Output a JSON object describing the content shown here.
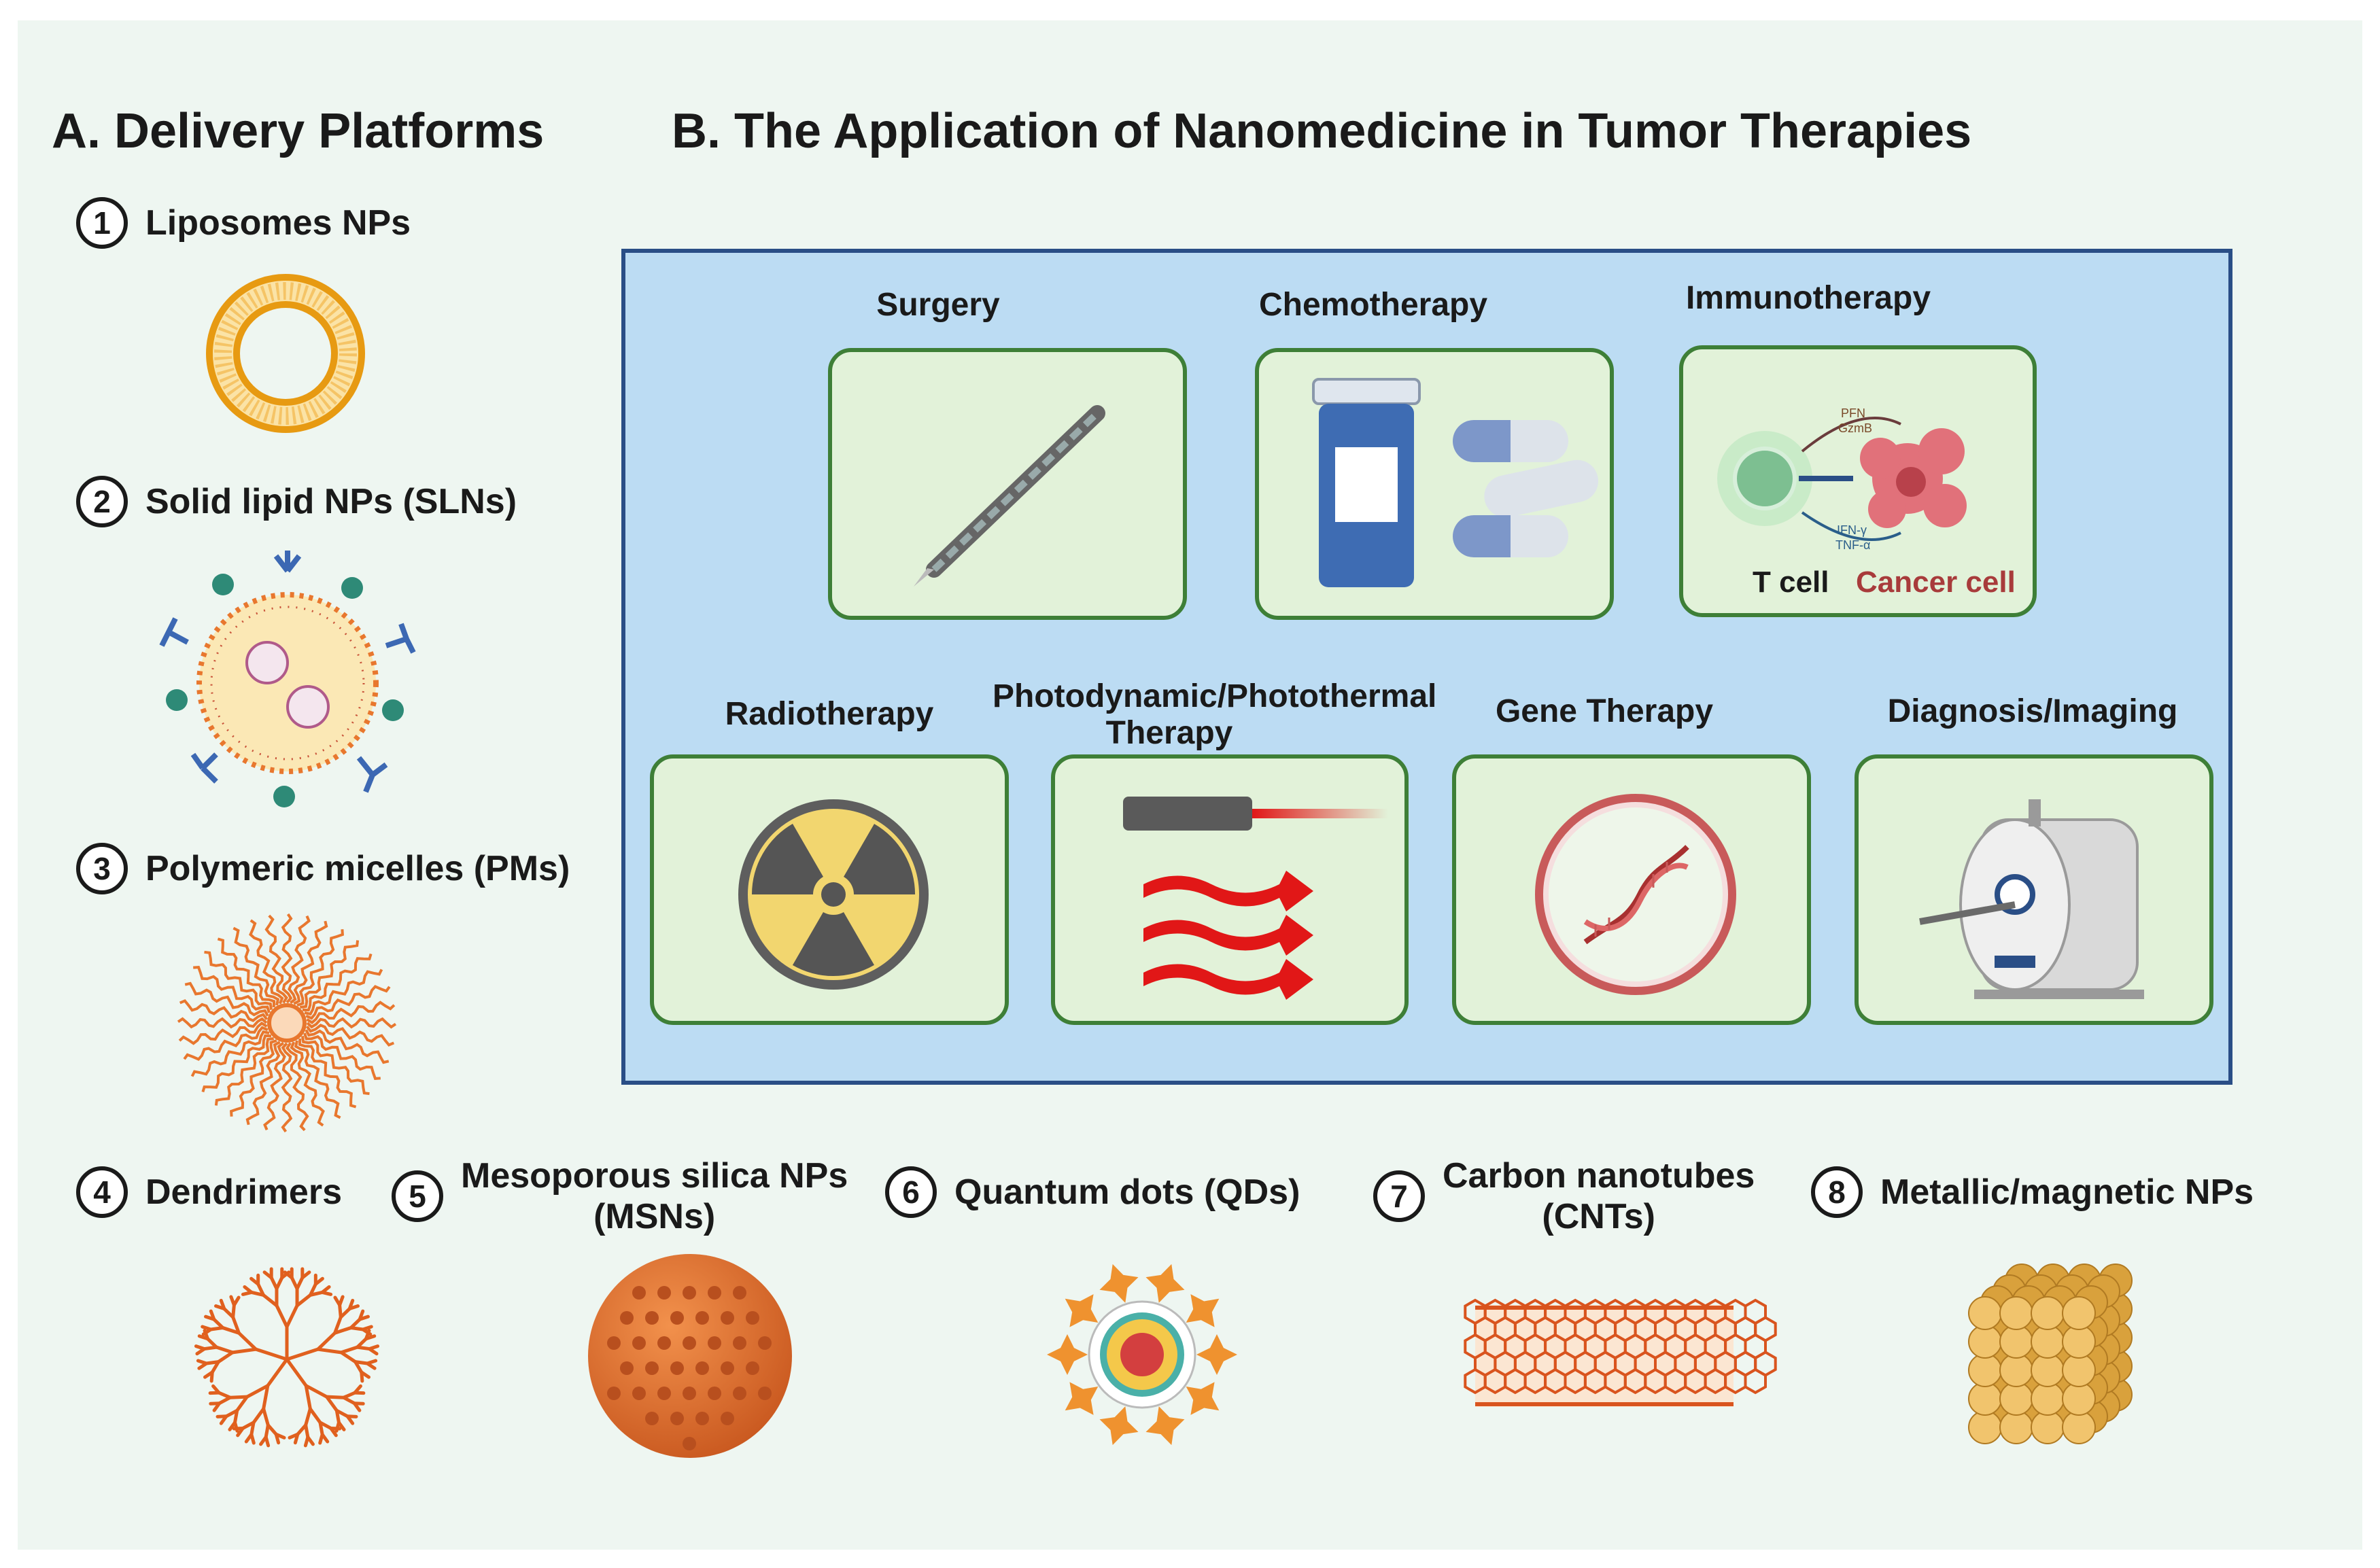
{
  "section_a": {
    "title": "A. Delivery Platforms"
  },
  "section_b": {
    "title": "B. The Application of Nanomedicine in Tumor Therapies"
  },
  "platforms": [
    {
      "number": "1",
      "label": "Liposomes NPs"
    },
    {
      "number": "2",
      "label": "Solid lipid NPs (SLNs)"
    },
    {
      "number": "3",
      "label": "Polymeric micelles (PMs)"
    },
    {
      "number": "4",
      "label": "Dendrimers"
    },
    {
      "number": "5",
      "label_line1": "Mesoporous silica NPs",
      "label_line2": "(MSNs)"
    },
    {
      "number": "6",
      "label": "Quantum dots (QDs)"
    },
    {
      "number": "7",
      "label_line1": "Carbon nanotubes",
      "label_line2": "(CNTs)"
    },
    {
      "number": "8",
      "label": "Metallic/magnetic NPs"
    }
  ],
  "therapies": [
    {
      "title": "Surgery",
      "icon": "scalpel-icon"
    },
    {
      "title": "Chemotherapy",
      "icon": "pill-bottle-icon"
    },
    {
      "title": "Immunotherapy",
      "icon": "immune-cell-icon",
      "t_cell_label": "T cell",
      "cancer_cell_label": "Cancer cell",
      "mini_labels": [
        "PFN",
        "GzmB",
        "IFN-γ",
        "TNF-α"
      ]
    },
    {
      "title": "Radiotherapy",
      "icon": "radiation-icon"
    },
    {
      "title_line1": "Photodynamic/Photothermal",
      "title_line2": "Therapy",
      "icon": "laser-icon"
    },
    {
      "title": "Gene Therapy",
      "icon": "dna-icon"
    },
    {
      "title": "Diagnosis/Imaging",
      "icon": "mri-scanner-icon"
    }
  ],
  "colors": {
    "background": "#eef6f1",
    "panel_fill": "#bcdcf3",
    "panel_border": "#2a4e86",
    "card_fill": "#e2f2d9",
    "card_border": "#3e7f37",
    "nanoparticle_orange": "#e8772e",
    "liposome_gold": "#f0a21a",
    "cancer_cell_text": "#a83b3b",
    "laser_red": "#e11717"
  }
}
